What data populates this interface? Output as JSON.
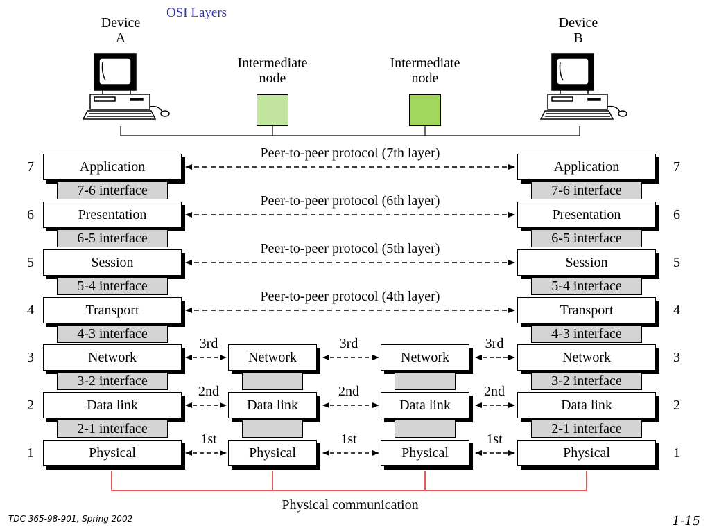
{
  "title": "OSI Layers",
  "devices": {
    "a": [
      "Device",
      "A"
    ],
    "b": [
      "Device",
      "B"
    ]
  },
  "intermediate_nodes": [
    {
      "label": [
        "Intermediate",
        "node"
      ],
      "color": "#c2e6a0"
    },
    {
      "label": [
        "Intermediate",
        "node"
      ],
      "color": "#a2d65c"
    }
  ],
  "end_layers": [
    "Application",
    "Presentation",
    "Session",
    "Transport",
    "Network",
    "Data link",
    "Physical"
  ],
  "layer_numbers": [
    "7",
    "6",
    "5",
    "4",
    "3",
    "2",
    "1"
  ],
  "interfaces": [
    "7-6 interface",
    "6-5 interface",
    "5-4 interface",
    "4-3 interface",
    "3-2 interface",
    "2-1 interface"
  ],
  "node_layers": [
    "Network",
    "Data link",
    "Physical"
  ],
  "peer_protocols": [
    "Peer-to-peer protocol (7th layer)",
    "Peer-to-peer protocol (6th layer)",
    "Peer-to-peer protocol (5th layer)",
    "Peer-to-peer protocol (4th layer)"
  ],
  "hop_labels": [
    "3rd",
    "2nd",
    "1st"
  ],
  "physical_communication": "Physical communication",
  "footer": {
    "course": "TDC 365-98-901, Spring 2002",
    "page": "1-15"
  },
  "colors": {
    "title": "#3333bb",
    "interface_fill": "#d4d4d4",
    "physical_link": "#e02020"
  }
}
